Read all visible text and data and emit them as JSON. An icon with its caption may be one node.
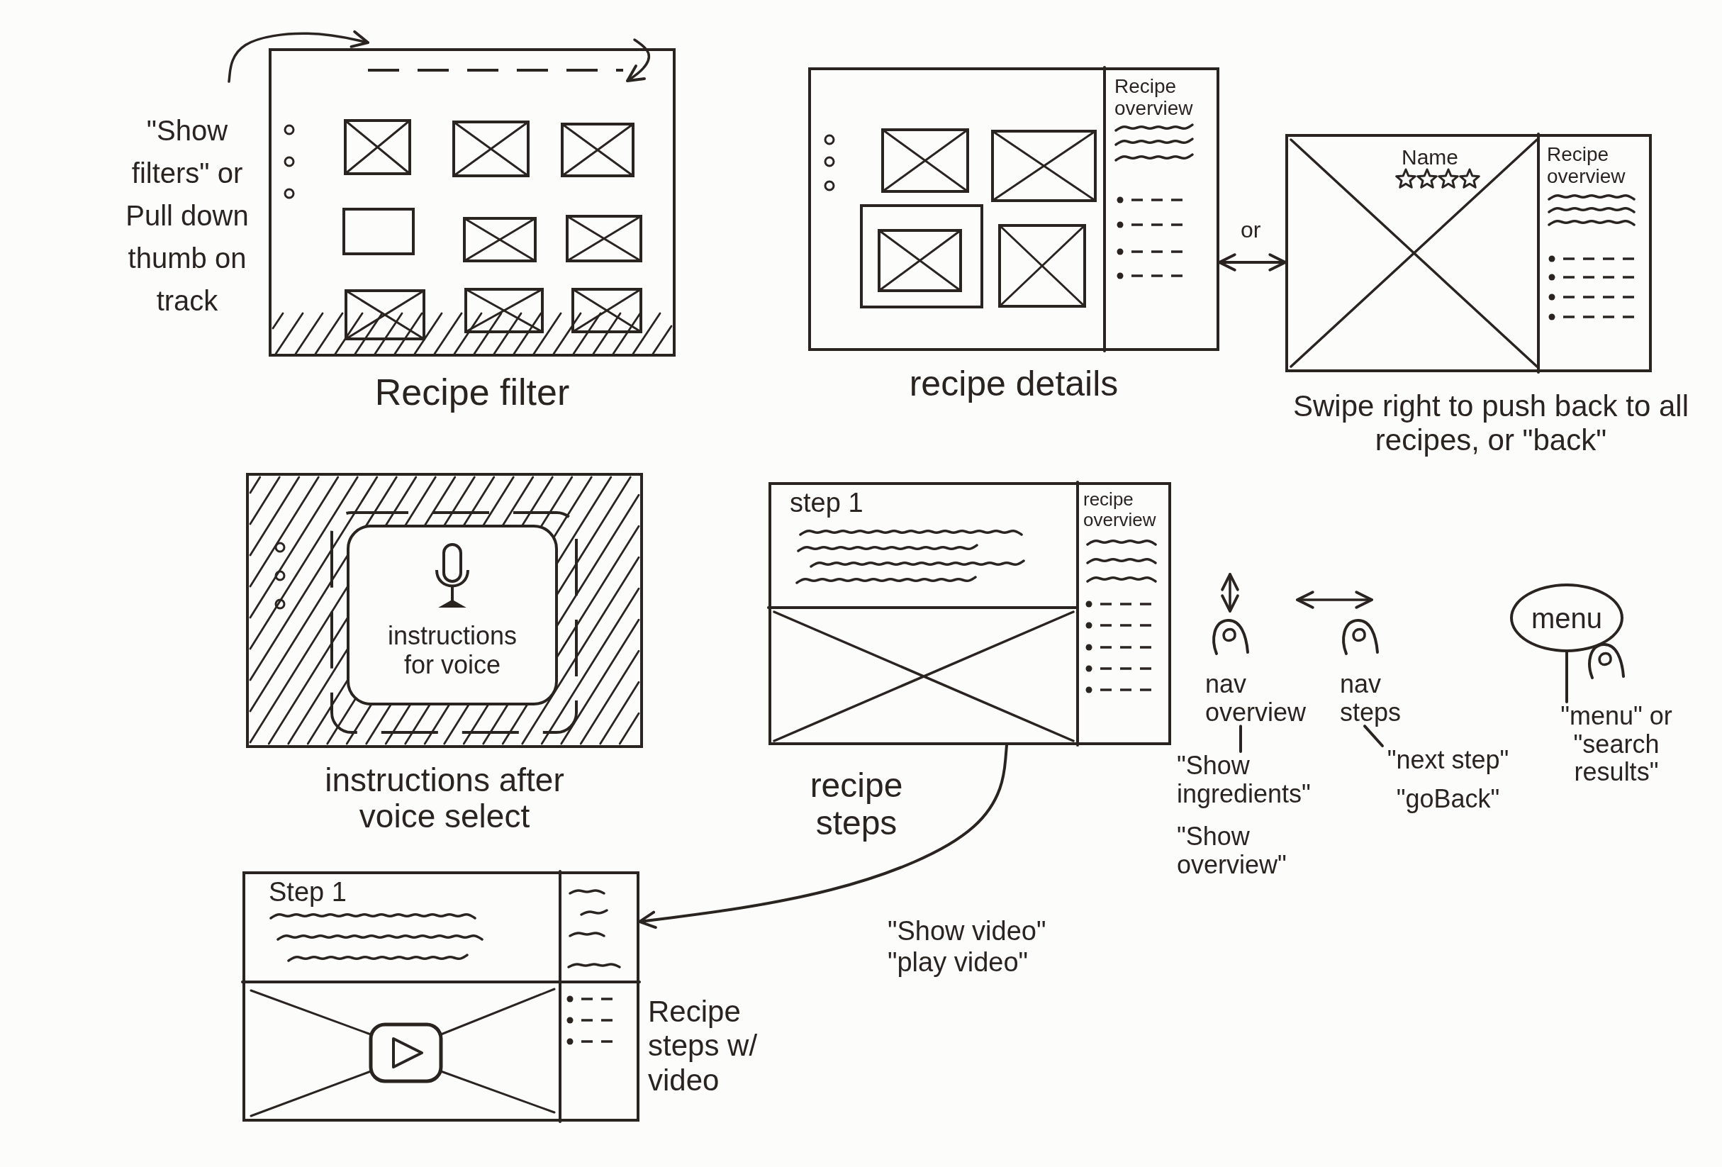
{
  "diagram": {
    "nodes": [
      {
        "text": [],
        "shape": "box",
        "beside": [
          "\"Show filters\" or Pull down thumb on track",
          "Recipe filter"
        ]
      },
      {
        "text": [
          "Recipe overview"
        ],
        "beside": [
          "recipe details"
        ]
      },
      {
        "text": [
          "Name",
          "Recipe overview"
        ],
        "beside": [
          "Swipe right to push back to all recipes, or \"back\""
        ]
      },
      {
        "text": [],
        "shape": "box",
        "beside": [
          "instructions after voice select"
        ]
      },
      {
        "text": [
          "instructions for voice"
        ],
        "in": 3
      },
      {
        "text": [
          "step 1",
          "recipe overview"
        ],
        "beside": [
          "recipe steps"
        ]
      },
      {
        "text": [
          "nav overview"
        ]
      },
      {
        "text": [
          "nav steps"
        ]
      },
      {
        "text": [
          "menu"
        ]
      },
      {
        "text": [
          "\"Show ingredients\"",
          "\"Show overview\""
        ]
      },
      {
        "text": [
          "\"next step\"",
          "\"goBack\""
        ]
      },
      {
        "text": [
          "\"menu\" or \"search results\""
        ]
      },
      {
        "text": [
          "Step 1"
        ],
        "beside": [
          "Recipe steps w/ video"
        ]
      }
    ],
    "edges": [
      {
        "from": 1,
        "to": 2,
        "arrow": "both",
        "label": "or"
      },
      {
        "from": 5,
        "to": 12,
        "arrow": "to",
        "label": "\"Show video\" \"play video\""
      },
      {
        "from": 6,
        "to": 9,
        "arrow": "none"
      },
      {
        "from": 7,
        "to": 10,
        "arrow": "none"
      },
      {
        "from": 8,
        "to": 11,
        "arrow": "none"
      }
    ]
  }
}
